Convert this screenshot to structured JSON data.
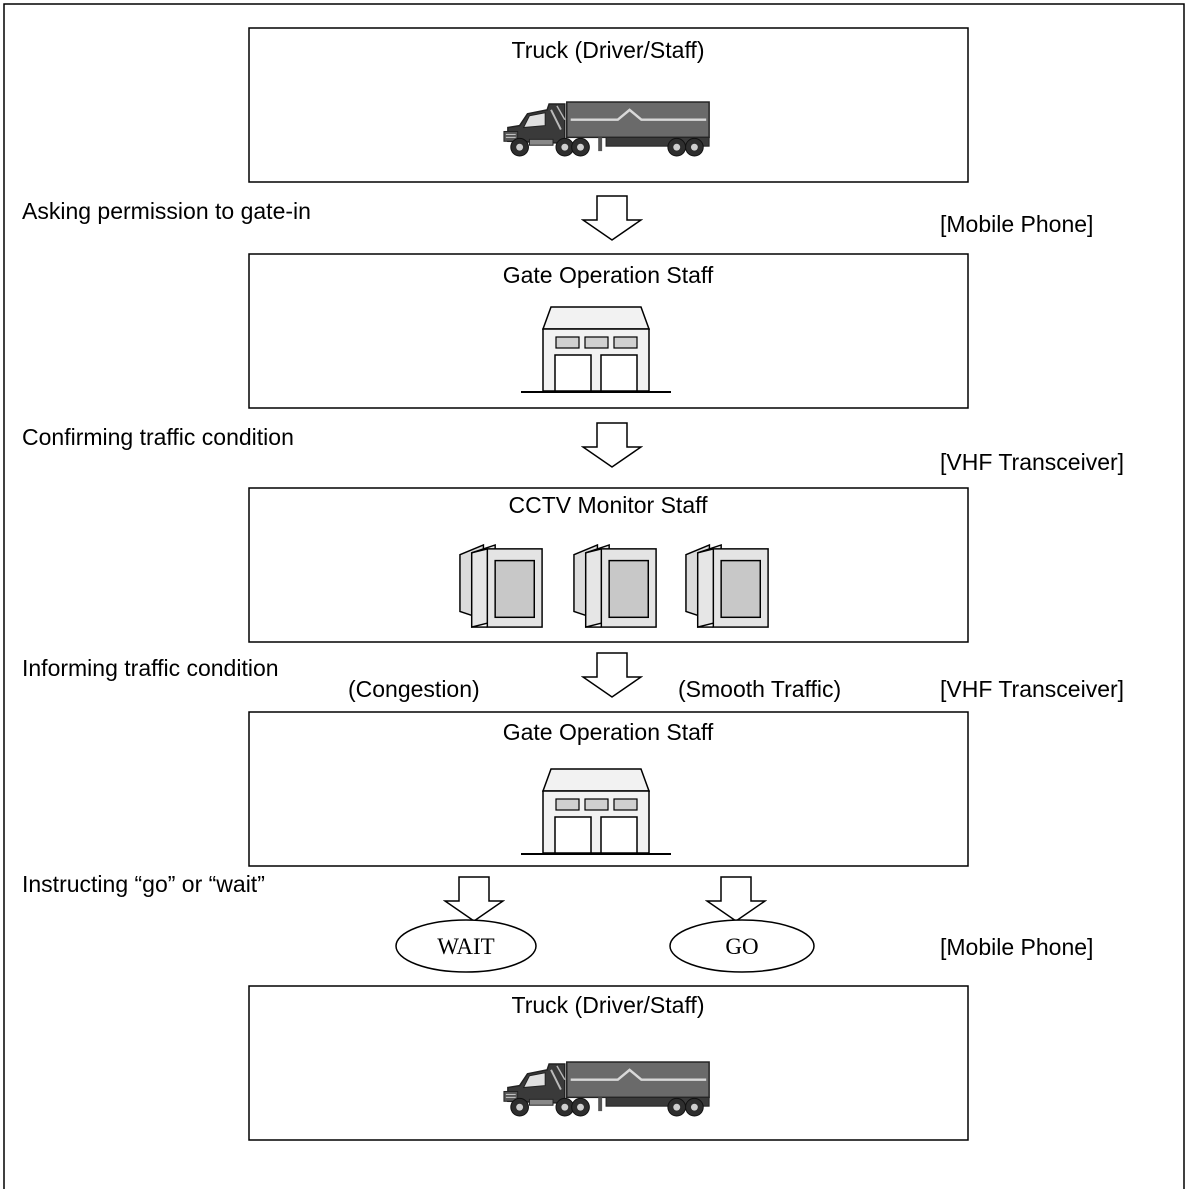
{
  "boxes": {
    "truck_top": {
      "title": "Truck (Driver/Staff)"
    },
    "gate_1": {
      "title": "Gate Operation Staff"
    },
    "cctv": {
      "title": "CCTV Monitor Staff"
    },
    "gate_2": {
      "title": "Gate Operation Staff"
    },
    "truck_bottom": {
      "title": "Truck (Driver/Staff)"
    }
  },
  "steps": {
    "asking": "Asking permission to gate-in",
    "confirming": "Confirming traffic condition",
    "informing": "Informing traffic condition",
    "instructing": "Instructing “go” or “wait”"
  },
  "devices": {
    "step1": "[Mobile Phone]",
    "step2": "[VHF Transceiver]",
    "step3": "[VHF Transceiver]",
    "step4": "[Mobile Phone]"
  },
  "conditions": {
    "congestion": "(Congestion)",
    "smooth": "(Smooth Traffic)"
  },
  "outcomes": {
    "wait": "WAIT",
    "go": "GO"
  },
  "colors": {
    "frame": "#000000",
    "building_fill": "#f2f2f2",
    "window_fill": "#d0d0d0",
    "truck_body": "#6a6a6a",
    "truck_dark": "#2e2e2e",
    "monitor_fill": "#dcdcdc"
  },
  "icons": {
    "truck": "truck-icon",
    "building": "building-icon",
    "monitor": "monitor-icon"
  }
}
